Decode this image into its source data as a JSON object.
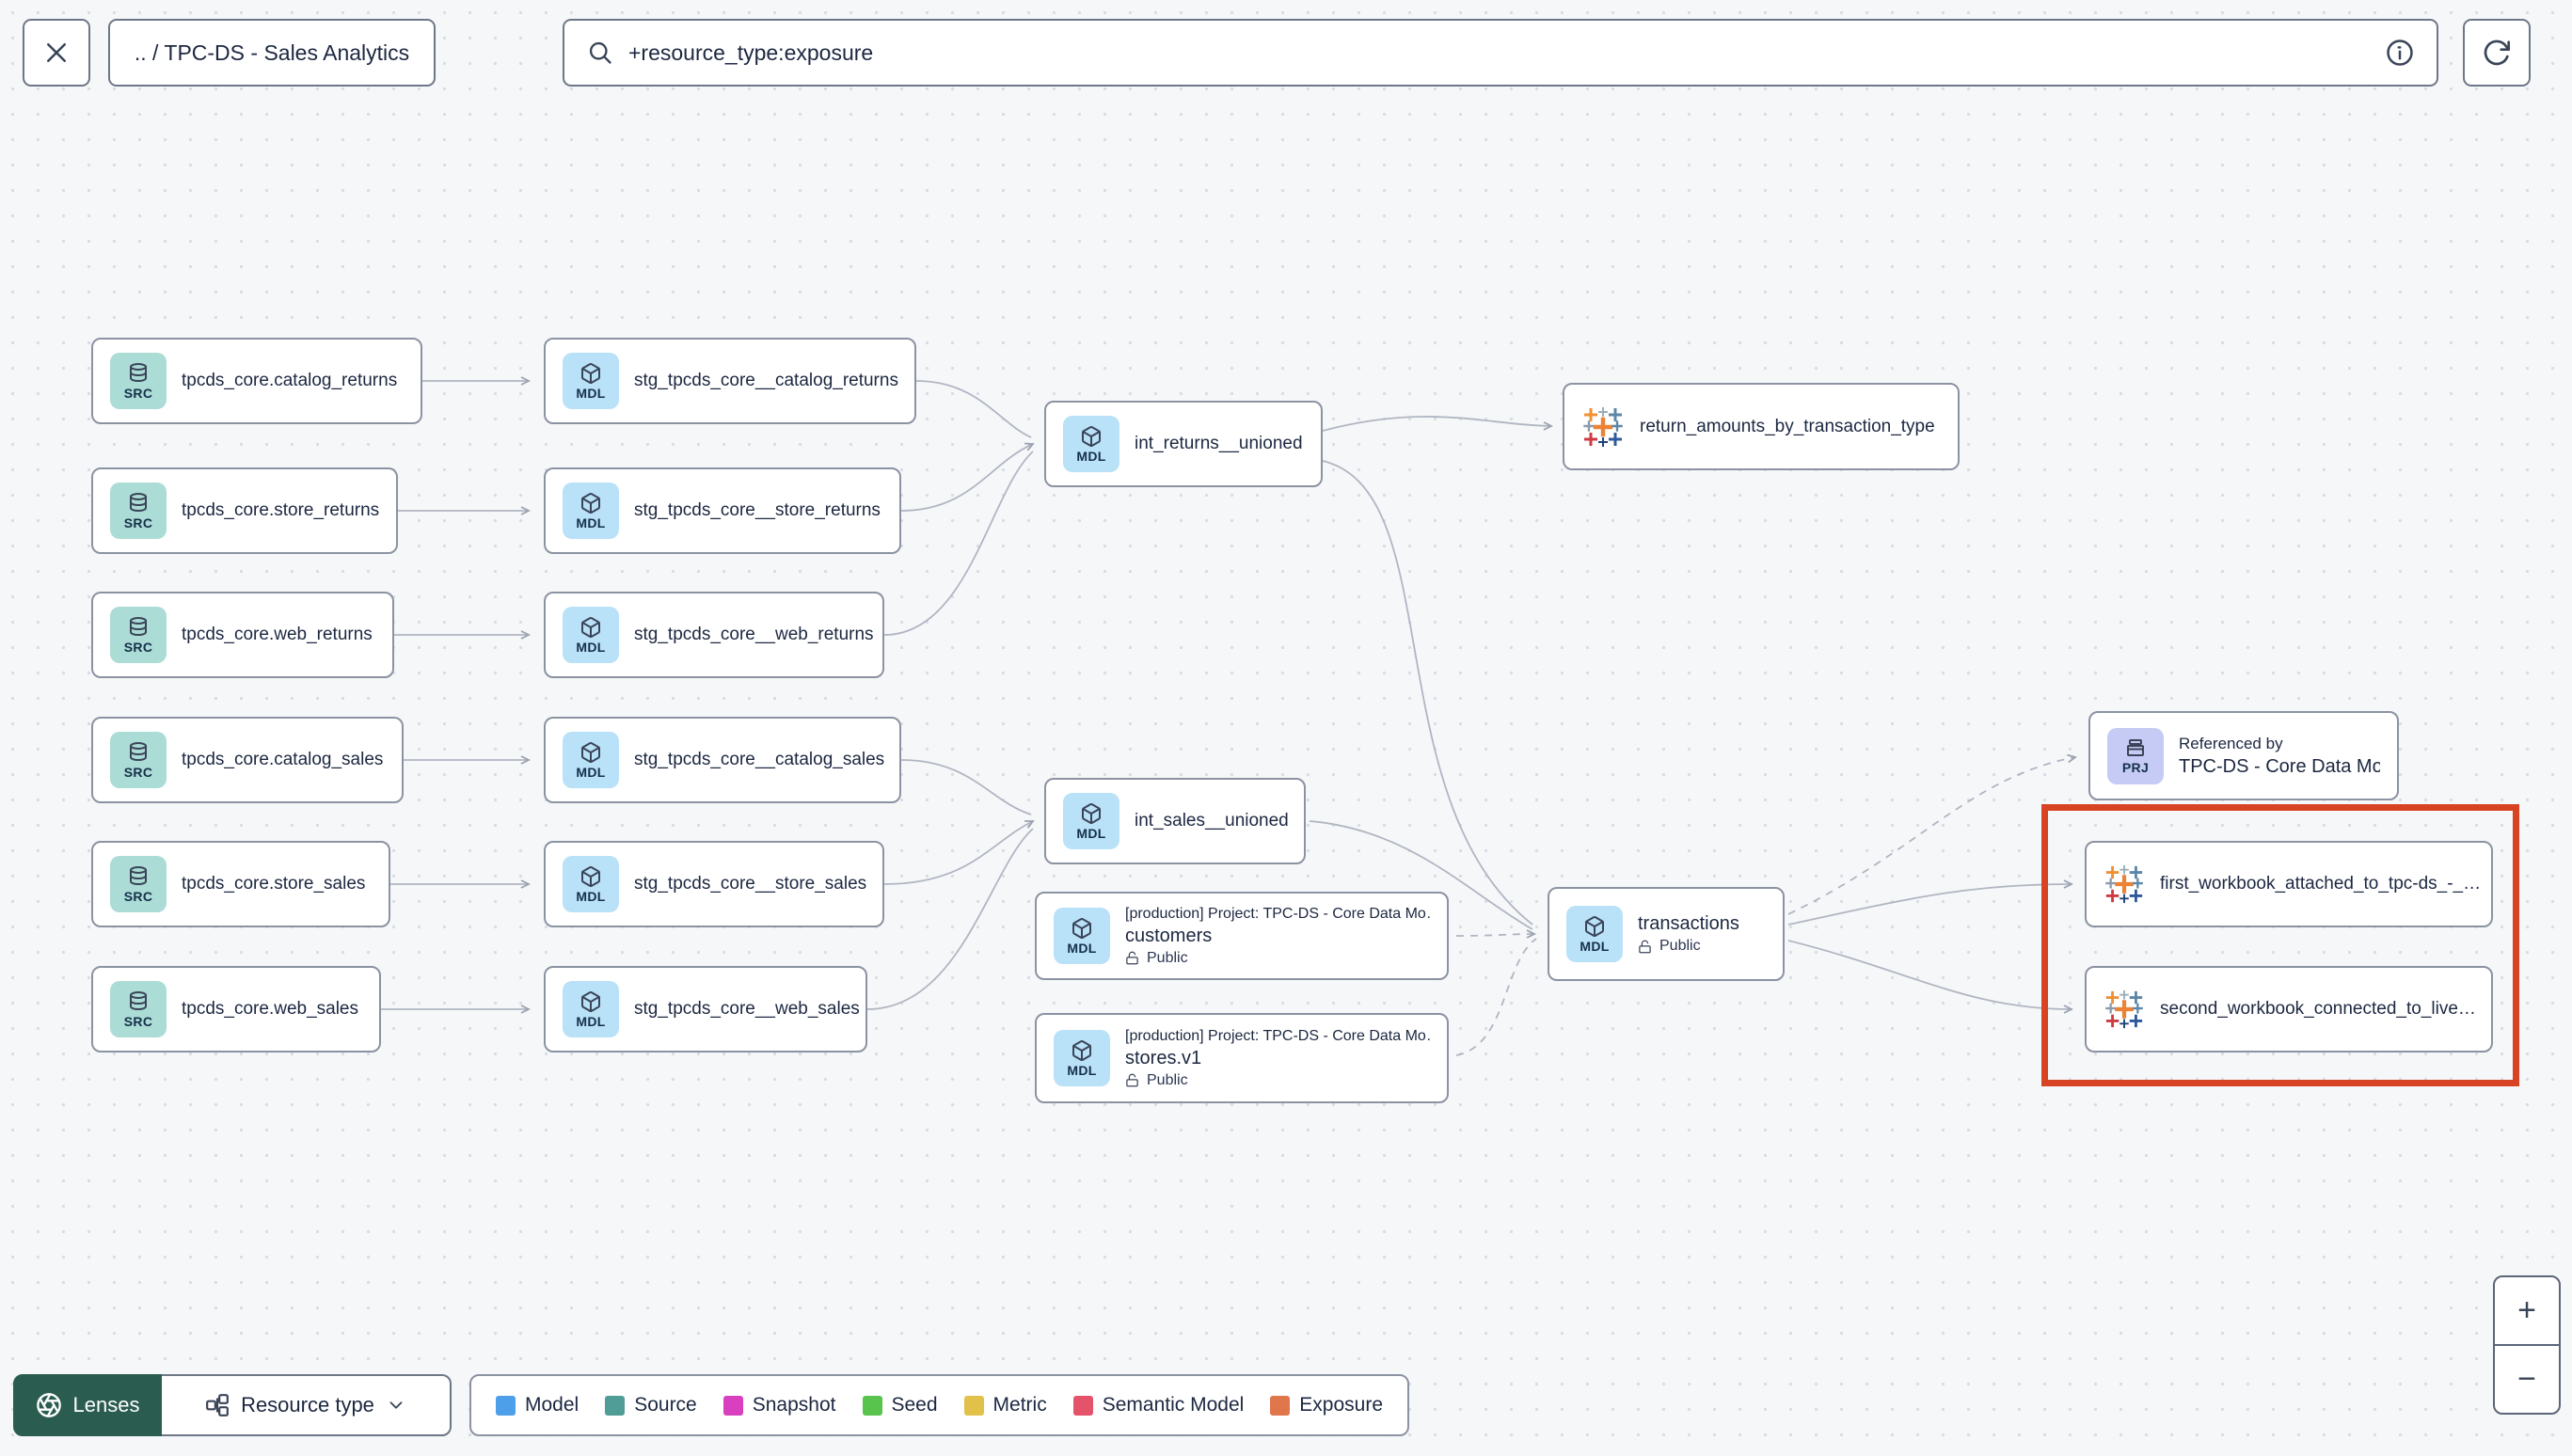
{
  "topbar": {
    "breadcrumb": ".. / TPC-DS - Sales Analytics",
    "search_value": "+resource_type:exposure"
  },
  "graph": {
    "nodes": {
      "src_catalog_returns": {
        "badge": "SRC",
        "label": "tpcds_core.catalog_returns"
      },
      "src_store_returns": {
        "badge": "SRC",
        "label": "tpcds_core.store_returns"
      },
      "src_web_returns": {
        "badge": "SRC",
        "label": "tpcds_core.web_returns"
      },
      "src_catalog_sales": {
        "badge": "SRC",
        "label": "tpcds_core.catalog_sales"
      },
      "src_store_sales": {
        "badge": "SRC",
        "label": "tpcds_core.store_sales"
      },
      "src_web_sales": {
        "badge": "SRC",
        "label": "tpcds_core.web_sales"
      },
      "stg_catalog_returns": {
        "badge": "MDL",
        "label": "stg_tpcds_core__catalog_returns"
      },
      "stg_store_returns": {
        "badge": "MDL",
        "label": "stg_tpcds_core__store_returns"
      },
      "stg_web_returns": {
        "badge": "MDL",
        "label": "stg_tpcds_core__web_returns"
      },
      "stg_catalog_sales": {
        "badge": "MDL",
        "label": "stg_tpcds_core__catalog_sales"
      },
      "stg_store_sales": {
        "badge": "MDL",
        "label": "stg_tpcds_core__store_sales"
      },
      "stg_web_sales": {
        "badge": "MDL",
        "label": "stg_tpcds_core__web_sales"
      },
      "int_returns": {
        "badge": "MDL",
        "label": "int_returns__unioned"
      },
      "int_sales": {
        "badge": "MDL",
        "label": "int_sales__unioned"
      },
      "customers": {
        "badge": "MDL",
        "header": "[production] Project: TPC-DS - Core Data Mo…",
        "label": "customers",
        "access": "Public"
      },
      "stores": {
        "badge": "MDL",
        "header": "[production] Project: TPC-DS - Core Data Mo…",
        "label": "stores.v1",
        "access": "Public"
      },
      "transactions": {
        "badge": "MDL",
        "label": "transactions",
        "access": "Public"
      },
      "return_amounts": {
        "label": "return_amounts_by_transaction_type"
      },
      "project_ref": {
        "badge": "PRJ",
        "header": "Referenced by",
        "label": "TPC-DS - Core Data Models"
      },
      "workbook1": {
        "label": "first_workbook_attached_to_tpc-ds_-_…"
      },
      "workbook2": {
        "label": "second_workbook_connected_to_live…"
      }
    }
  },
  "footer": {
    "lenses_label": "Lenses",
    "resource_type_label": "Resource type",
    "legend": {
      "items": [
        {
          "label": "Model",
          "color": "#4e9fe9"
        },
        {
          "label": "Source",
          "color": "#509c96"
        },
        {
          "label": "Snapshot",
          "color": "#d940c0"
        },
        {
          "label": "Seed",
          "color": "#58c44d"
        },
        {
          "label": "Metric",
          "color": "#e2c14b"
        },
        {
          "label": "Semantic Model",
          "color": "#e4536a"
        },
        {
          "label": "Exposure",
          "color": "#e0764b"
        }
      ]
    }
  },
  "zoom_controls": {
    "zoom_in": "+",
    "zoom_out": "−"
  },
  "colors": {
    "src_badge": "#abdcd5",
    "mdl_badge": "#b9e1f8",
    "prj_badge": "#c5cbf5",
    "lenses_bg": "#2b5c50",
    "highlight": "#d84323",
    "edge": "#b0b6c2"
  }
}
